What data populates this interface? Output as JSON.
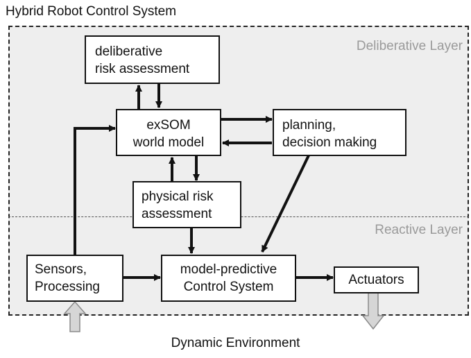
{
  "title": "Hybrid Robot Control System",
  "layers": {
    "deliberative": "Deliberative Layer",
    "reactive": "Reactive Layer"
  },
  "boxes": {
    "risk": [
      "deliberative",
      "risk assessment"
    ],
    "exsom": [
      "exSOM",
      "world model"
    ],
    "planning": [
      "planning,",
      "decision making"
    ],
    "physical": [
      "physical risk",
      "assessment"
    ],
    "sensors": [
      "Sensors,",
      "Processing"
    ],
    "control": [
      "model-predictive",
      "Control System"
    ],
    "actuators": [
      "Actuators"
    ]
  },
  "environment": "Dynamic Environment"
}
